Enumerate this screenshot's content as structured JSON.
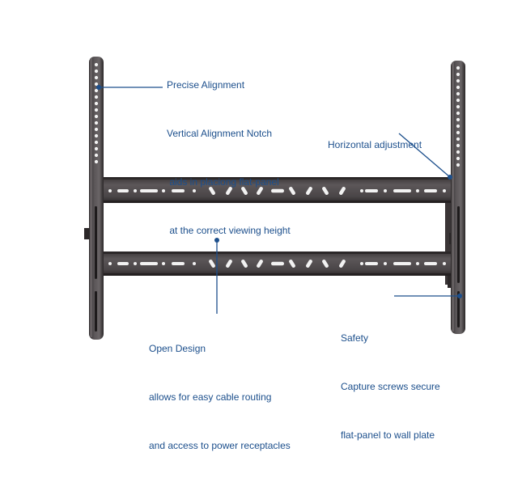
{
  "colors": {
    "text": "#1c4f8c",
    "leader": "#1c4f8c",
    "bracket": "#4a4547",
    "bracket_dark": "#2b2728",
    "bracket_light": "#8a8486",
    "hole": "#f2f2f2"
  },
  "callouts": {
    "alignment": {
      "lines": [
        "Precise Alignment",
        "Vertical Alignment Notch",
        " aids in placiong flat-panel",
        " at the correct viewing height"
      ]
    },
    "horizontal": {
      "lines": [
        "Horizontal adjustment"
      ]
    },
    "open_design": {
      "lines": [
        "Open Design",
        "allows for easy cable routing",
        "and access to power receptacles"
      ]
    },
    "safety": {
      "lines": [
        "Safety",
        "Capture screws secure",
        "flat-panel to wall plate"
      ]
    }
  }
}
